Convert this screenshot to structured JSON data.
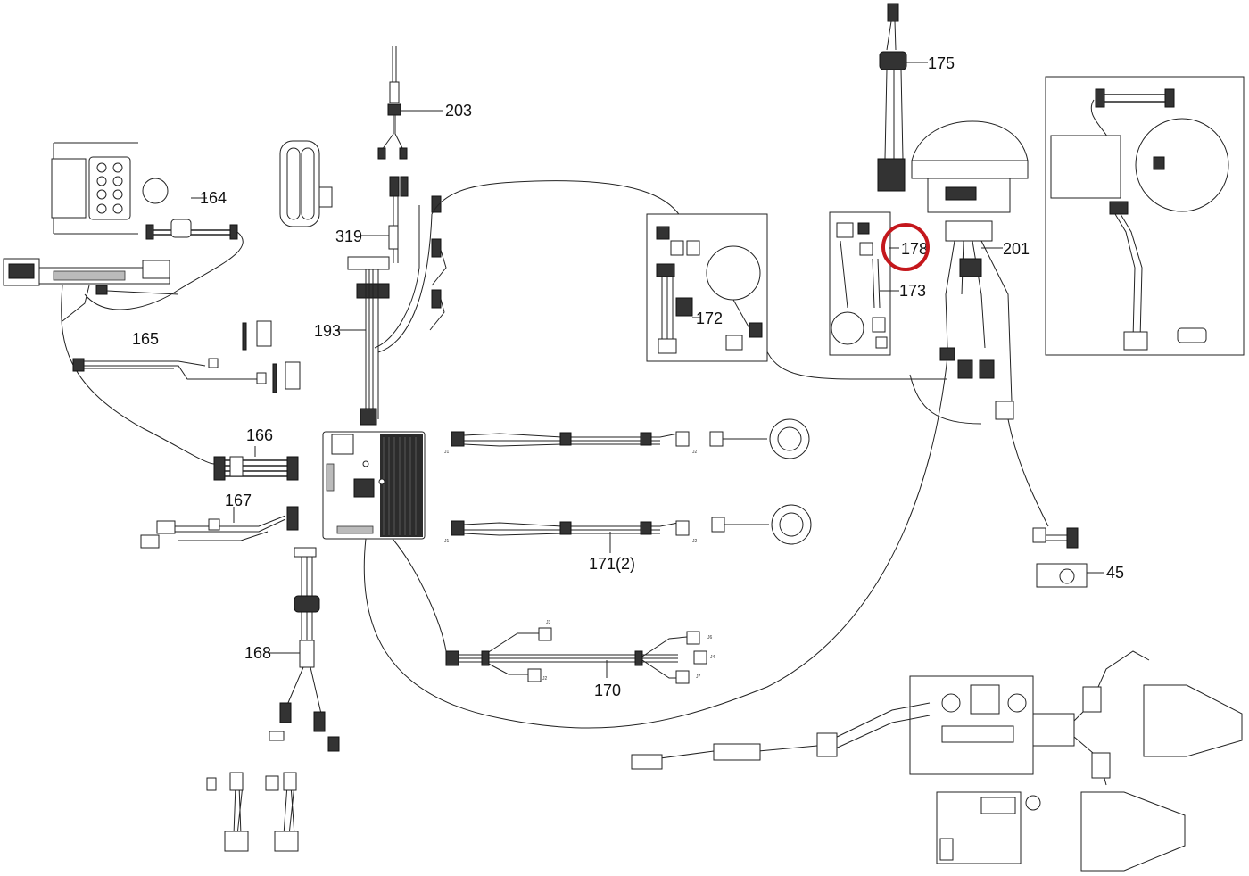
{
  "labels": {
    "p45": "45",
    "p164": "164",
    "p165": "165",
    "p166": "166",
    "p167": "167",
    "p168": "168",
    "p170": "170",
    "p171": "171(2)",
    "p172": "172",
    "p173": "173",
    "p175": "175",
    "p178": "178",
    "p193": "193",
    "p201": "201",
    "p203": "203",
    "p319": "319"
  },
  "connector_tags": {
    "j3": "J3",
    "j2": "J2",
    "j6": "J6",
    "j4": "J4",
    "j7": "J7",
    "j1a": "J1",
    "j2a": "J2",
    "j1b": "J1",
    "j2b": "J2"
  },
  "highlight": {
    "part": "178",
    "color": "#c4171c"
  }
}
